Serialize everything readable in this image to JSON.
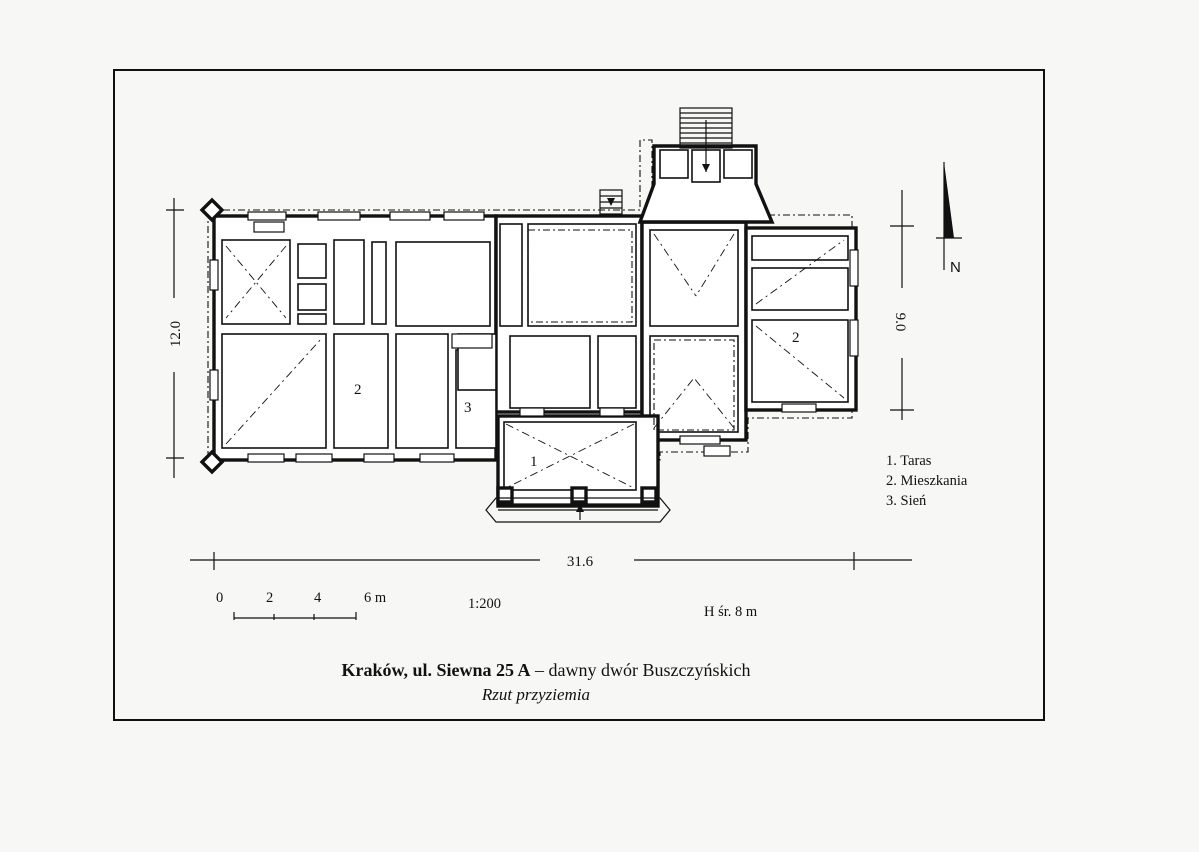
{
  "dimensions": {
    "height_left": "12.0",
    "height_right": "9.0",
    "length_bottom": "31.6"
  },
  "room_labels": {
    "terrace": "1",
    "dwelling_west": "2",
    "dwelling_east": "2",
    "hall": "3"
  },
  "north_label": "N",
  "legend": [
    "1. Taras",
    "2. Mieszkania",
    "3. Sień"
  ],
  "scale_bar": {
    "ticks": [
      "0",
      "2",
      "4",
      "6 m"
    ],
    "ratio": "1:200"
  },
  "height_note": "H śr. 8 m",
  "title": {
    "bold": "Kraków, ul. Siewna 25 A",
    "rest": " – dawny dwór Buszczyńskich",
    "subtitle": "Rzut przyziemia"
  }
}
